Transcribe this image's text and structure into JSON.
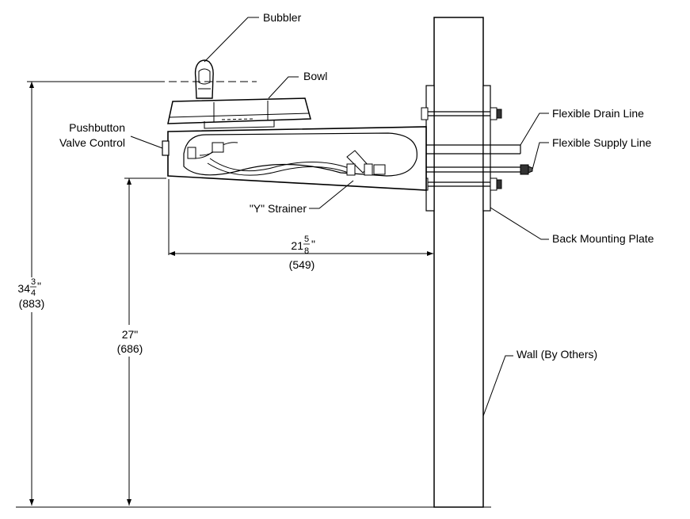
{
  "labels": {
    "bubbler": "Bubbler",
    "bowl": "Bowl",
    "pushbutton_line1": "Pushbutton",
    "pushbutton_line2": "Valve Control",
    "flexible_drain_line": "Flexible Drain Line",
    "flexible_supply_line": "Flexible Supply Line",
    "y_strainer": "\"Y\" Strainer",
    "back_mounting_plate": "Back Mounting Plate",
    "wall": "Wall (By Others)"
  },
  "dimensions": {
    "projection": {
      "whole": "21",
      "num": "5",
      "den": "8",
      "unit": "\"",
      "metric": "(549)"
    },
    "overall_height": {
      "whole": "34",
      "num": "3",
      "den": "4",
      "unit": "\"",
      "metric": "(883)"
    },
    "rim_height": {
      "text": "27\"",
      "metric": "(686)"
    }
  }
}
